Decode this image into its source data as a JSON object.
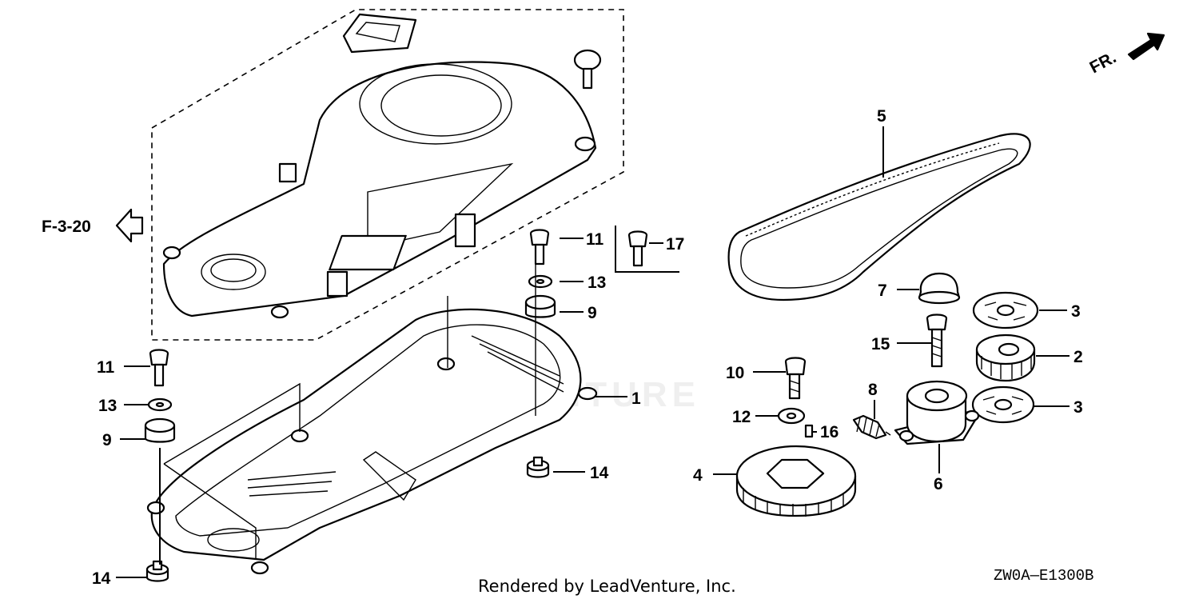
{
  "diagram": {
    "reference": "F-3-20",
    "direction_label": "FR.",
    "diagram_code": "ZW0A—E1300B",
    "credit": "Rendered by LeadVenture, Inc.",
    "watermark": "LEADVENTURE",
    "callouts": {
      "c1": "1",
      "c2": "2",
      "c3a": "3",
      "c3b": "3",
      "c4": "4",
      "c5": "5",
      "c6": "6",
      "c7": "7",
      "c8": "8",
      "c9a": "9",
      "c9b": "9",
      "c10": "10",
      "c11a": "11",
      "c11b": "11",
      "c12": "12",
      "c13a": "13",
      "c13b": "13",
      "c14a": "14",
      "c14b": "14",
      "c15": "15",
      "c16": "16",
      "c17": "17"
    }
  }
}
